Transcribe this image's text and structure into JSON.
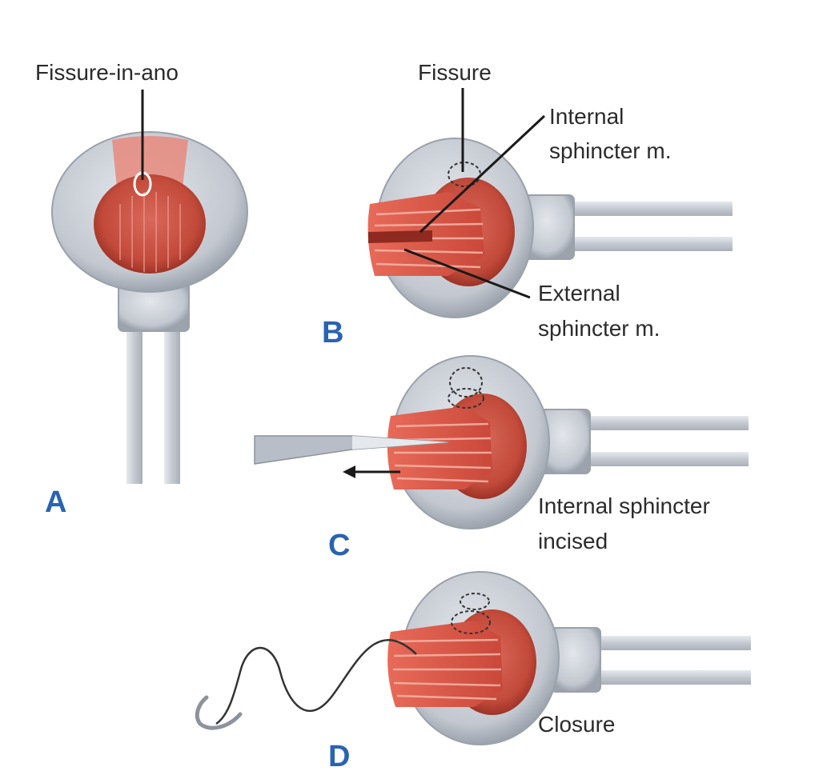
{
  "labels": {
    "fissure_in_ano": "Fissure-in-ano",
    "fissure": "Fissure",
    "internal_1": "Internal",
    "internal_2": "sphincter m.",
    "external_1": "External",
    "external_2": "sphincter m.",
    "incised_1": "Internal sphincter",
    "incised_2": "incised",
    "closure": "Closure"
  },
  "panels": {
    "a": "A",
    "b": "B",
    "c": "C",
    "d": "D"
  },
  "colors": {
    "retractor": "#c9ced6",
    "retractor_edge": "#9aa1ab",
    "tissue": "#c8503f",
    "tissue_dark": "#9a2f24",
    "muscle_light": "#e9907f",
    "panel_label": "#2a63b0",
    "leader": "#1a1a1a"
  }
}
